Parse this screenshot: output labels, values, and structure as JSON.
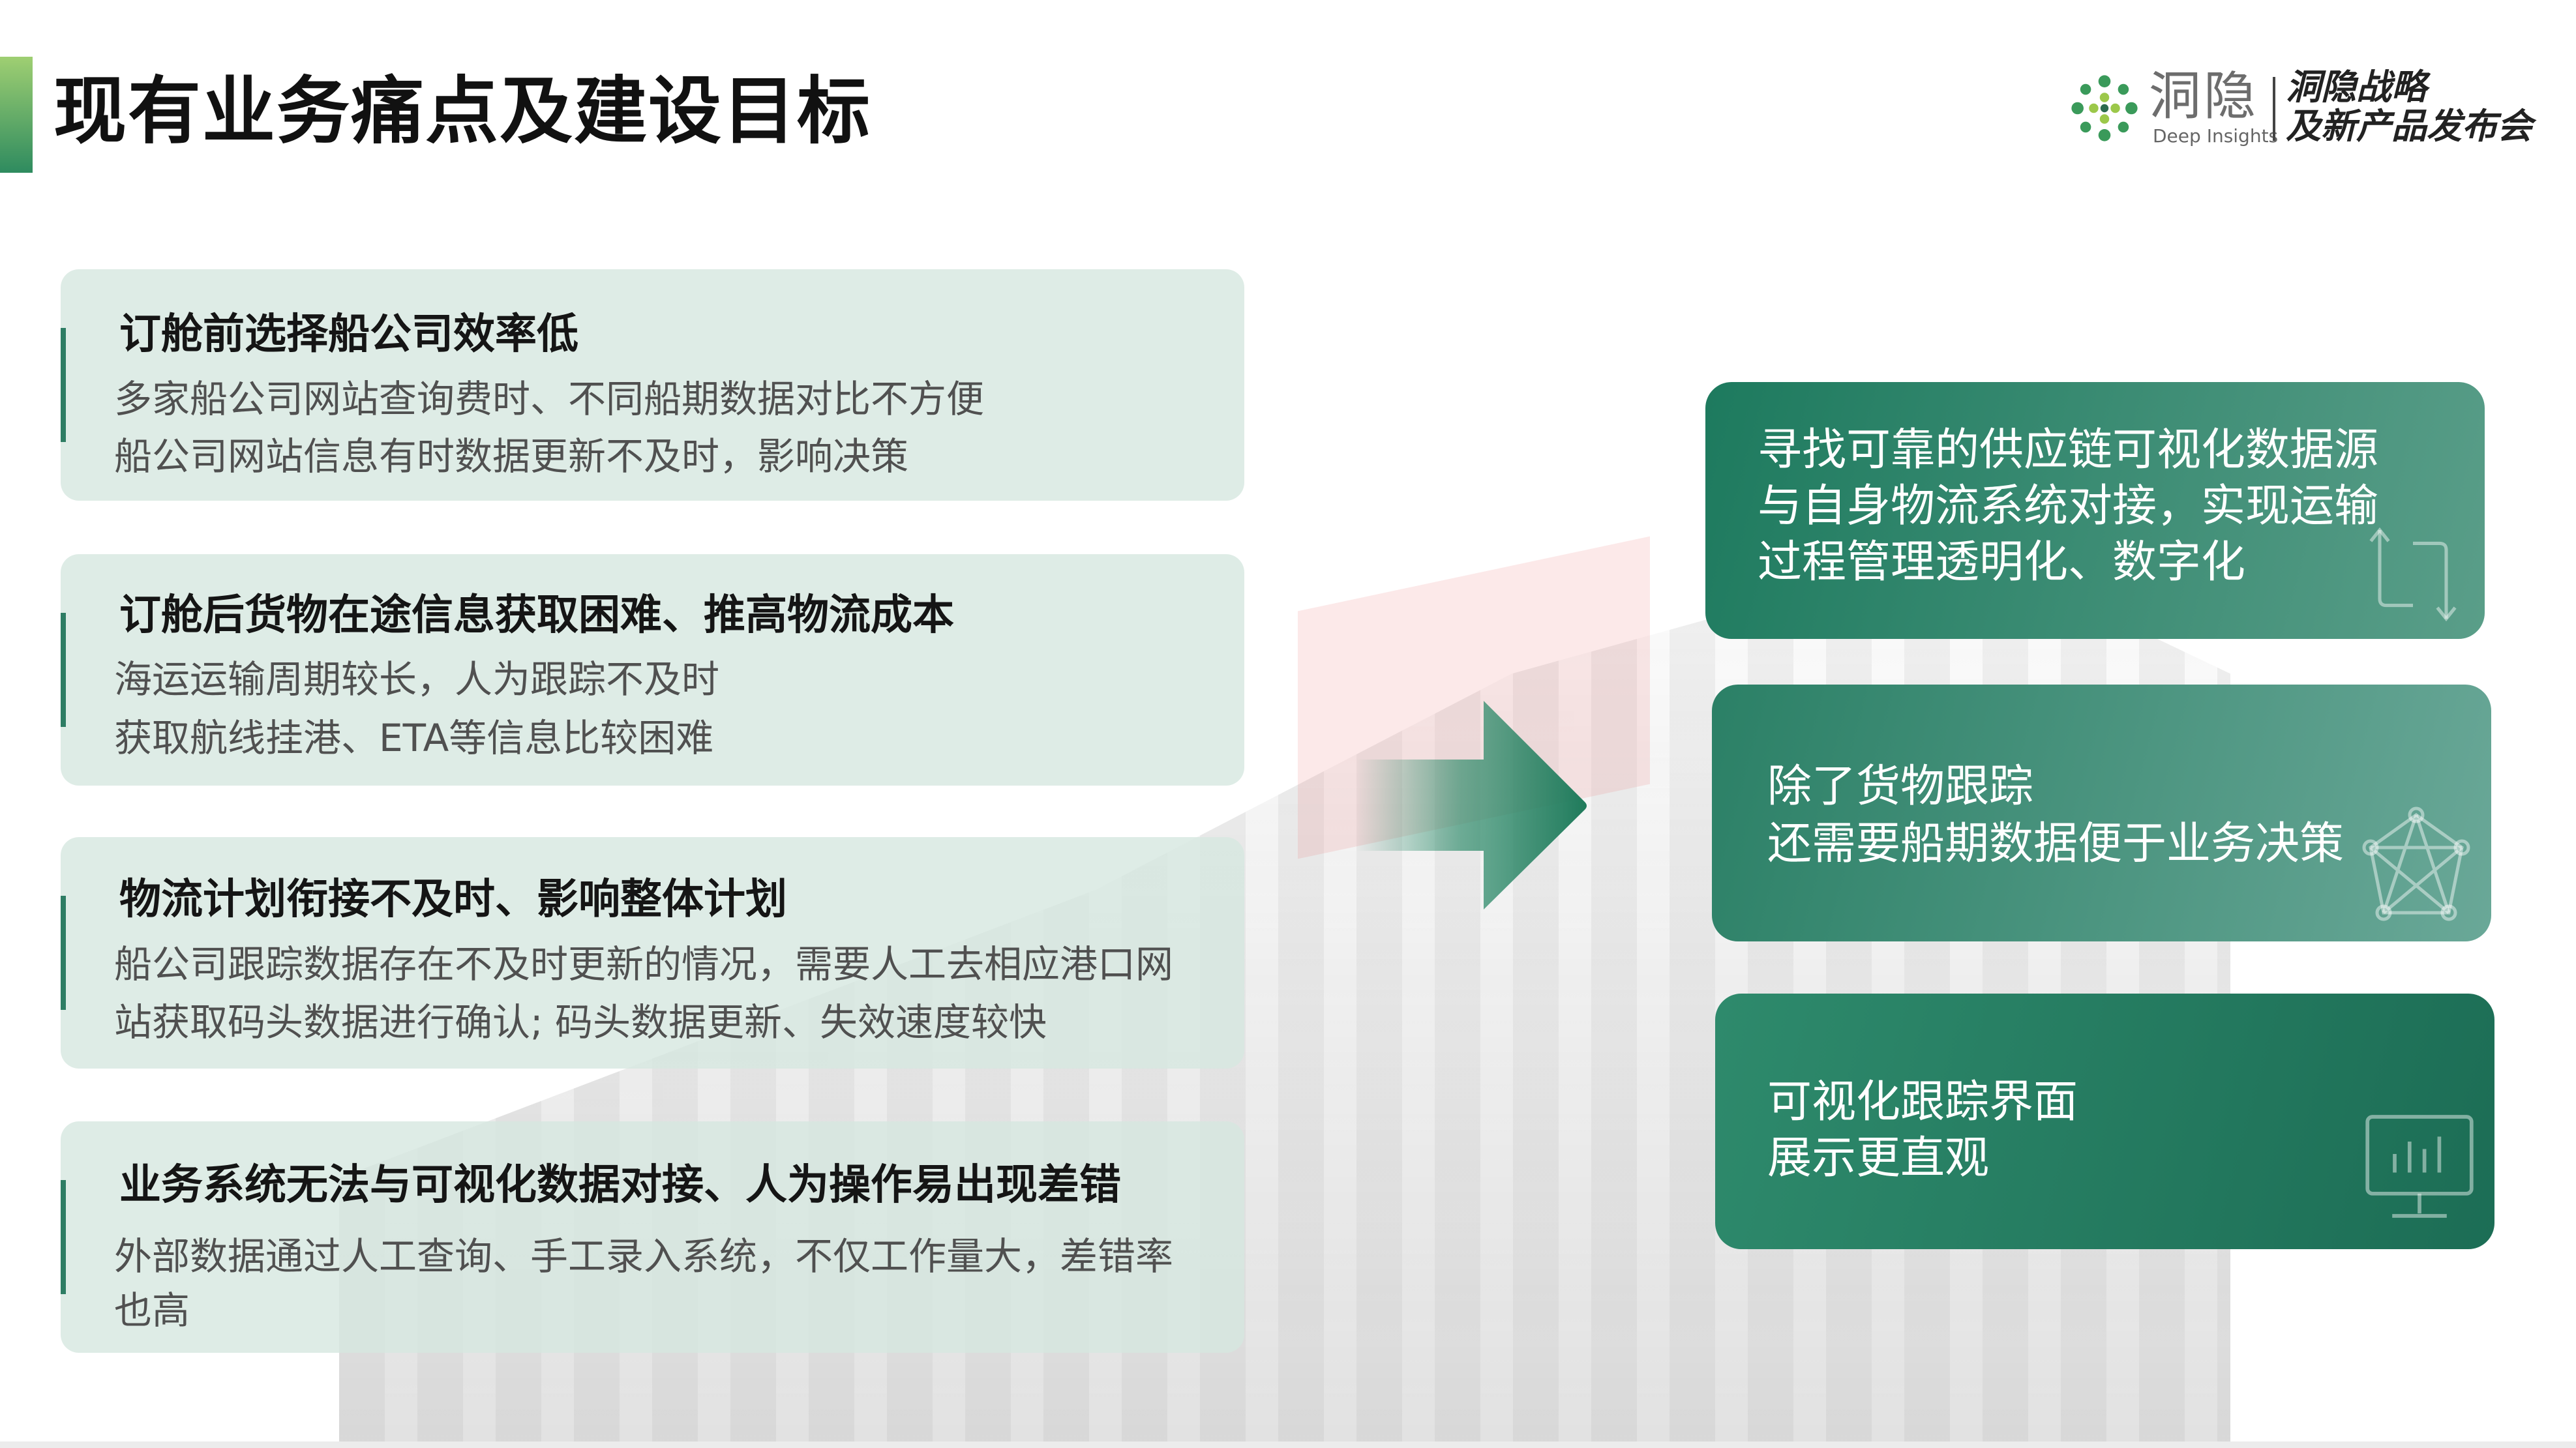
{
  "header": {
    "title": "现有业务痛点及建设目标",
    "logo": {
      "name_cn": "洞隐",
      "name_en": "Deep Insights",
      "event_line1": "洞隐战略",
      "event_line2": "及新产品发布会"
    }
  },
  "pain_points": [
    {
      "title": "订舱前选择船公司效率低",
      "lines": [
        "多家船公司网站查询费时、不同船期数据对比不方便",
        "船公司网站信息有时数据更新不及时，影响决策"
      ]
    },
    {
      "title": "订舱后货物在途信息获取困难、推高物流成本",
      "lines": [
        "海运运输周期较长，人为跟踪不及时",
        "获取航线挂港、ETA等信息比较困难"
      ]
    },
    {
      "title": "物流计划衔接不及时、影响整体计划",
      "lines": [
        "船公司跟踪数据存在不及时更新的情况，需要人工去相应港口网",
        "站获取码头数据进行确认; 码头数据更新、失效速度较快"
      ]
    },
    {
      "title": "业务系统无法与可视化数据对接、人为操作易出现差错",
      "lines": [
        "外部数据通过人工查询、手工录入系统，不仅工作量大，差错率",
        "也高"
      ]
    }
  ],
  "goals": [
    {
      "lines": [
        "寻找可靠的供应链可视化数据源",
        "与自身物流系统对接，实现运输",
        "过程管理透明化、数字化"
      ],
      "icon": "sync-arrows-icon"
    },
    {
      "lines": [
        "除了货物跟踪",
        "还需要船期数据便于业务决策"
      ],
      "icon": "network-icon"
    },
    {
      "lines": [
        "可视化跟踪界面",
        "展示更直观"
      ],
      "icon": "monitor-chart-icon"
    }
  ],
  "colors": {
    "accent": "#2e7d64",
    "panel": "#d6e7e0",
    "goal_dark": "#1d7a5e",
    "title_bar": "#9fcf72"
  }
}
